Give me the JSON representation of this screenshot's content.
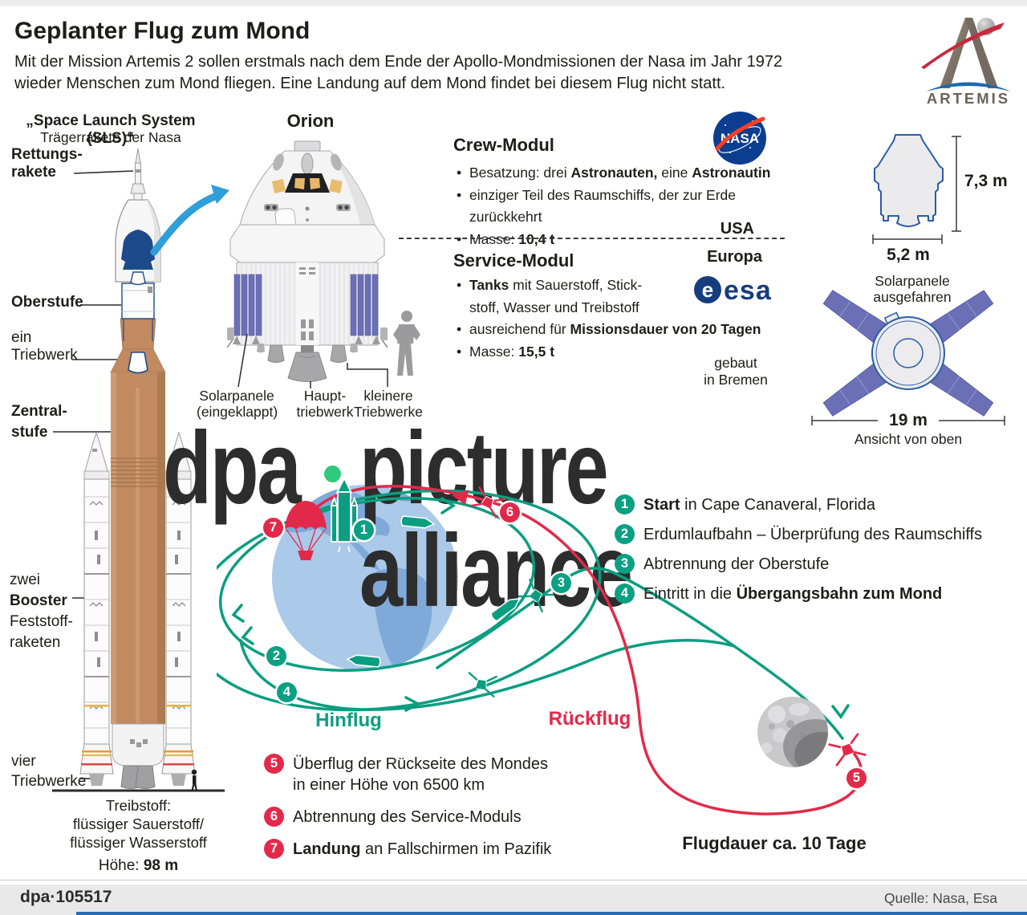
{
  "page": {
    "title": "Geplanter Flug zum Mond",
    "subtitle": "Mit der Mission Artemis 2 sollen erstmals nach dem Ende der Apollo-Mondmissionen der Nasa im Jahr 1972\nwieder Menschen zum Mond fliegen. Eine Landung auf dem Mond findet bei diesem Flug nicht statt."
  },
  "artemis": {
    "wordmark": "ARTEMIS"
  },
  "nasa": {
    "wordmark": "NASA"
  },
  "esa": {
    "disc_letter": "e",
    "wordmark": "esa"
  },
  "sls": {
    "title": "„Space Launch System (SLS)“",
    "subtitle": "Trägerrakete der Nasa",
    "labels": {
      "escape_rocket": "Rettungs-\nrakete",
      "upper_stage": "Oberstufe",
      "one_engine": "ein\nTriebwerk",
      "core_stage": "Zentral-\nstufe",
      "boosters": [
        {
          "t": "zwei\n"
        },
        {
          "t": "Booster",
          "b": true
        },
        {
          "t": "\nFeststoff-\nraketen"
        }
      ],
      "four_engines": "vier\nTriebwerke"
    },
    "fuel": "Treibstoff:\nflüssiger Sauerstoff/\nflüssiger Wasserstoff",
    "height": [
      {
        "t": "Höhe: "
      },
      {
        "t": "98 m",
        "b": true
      }
    ]
  },
  "orion": {
    "title": "Orion",
    "labels": {
      "solar_panels": "Solarpanele\n(eingeklappt)",
      "main_engine": "Haupt-\ntriebwerk",
      "small_engines": "kleinere\nTriebwerke"
    }
  },
  "crew_module": {
    "title": "Crew-Modul",
    "bullets": [
      [
        {
          "t": "Besatzung: drei "
        },
        {
          "t": "Astronauten,",
          "b": true
        },
        {
          "t": " eine "
        },
        {
          "t": "Astronautin",
          "b": true
        }
      ],
      [
        {
          "t": "einziger Teil des Raumschiffs, der zur Erde zurückkehrt"
        }
      ],
      [
        {
          "t": "Masse: "
        },
        {
          "t": "10,4 t",
          "b": true
        }
      ]
    ],
    "country": "USA"
  },
  "service_module": {
    "title": "Service-Modul",
    "country": "Europa",
    "built_note": "gebaut\nin Bremen",
    "bullets": [
      [
        {
          "t": "Tanks",
          "b": true
        },
        {
          "t": " mit Sauerstoff, Stick-\nstoff,  Wasser und Treibstoff"
        }
      ],
      [
        {
          "t": "ausreichend für "
        },
        {
          "t": "Missionsdauer von 20 Tagen",
          "b": true
        }
      ],
      [
        {
          "t": "Masse: "
        },
        {
          "t": "15,5 t",
          "b": true
        }
      ]
    ]
  },
  "dimensions": {
    "capsule_height": "7,3 m",
    "capsule_width": "5,2 m",
    "panels_note": "Solarpanele\nausgefahren",
    "wingspan": "19 m",
    "top_view_caption": "Ansicht von oben"
  },
  "watermark": {
    "brand_left": "dpa",
    "brand_right": "picture alliance"
  },
  "route": {
    "outbound_label": "Hinflug",
    "return_label": "Rückflug",
    "duration": "Flugdauer ca. 10 Tage",
    "steps_green": [
      {
        "num": "1",
        "text": [
          {
            "t": "Start",
            "b": true
          },
          {
            "t": " in Cape Canaveral, Florida"
          }
        ]
      },
      {
        "num": "2",
        "text": [
          {
            "t": "Erdumlaufbahn – Überprüfung des Raumschiffs"
          }
        ]
      },
      {
        "num": "3",
        "text": [
          {
            "t": "Abtrennung der Oberstufe"
          }
        ]
      },
      {
        "num": "4",
        "text": [
          {
            "t": "Eintritt in die "
          },
          {
            "t": "Übergangsbahn zum Mond",
            "b": true
          }
        ]
      }
    ],
    "steps_red": [
      {
        "num": "5",
        "text": [
          {
            "t": "Überflug der Rückseite des Mondes\nin einer Höhe von 6500 km"
          }
        ]
      },
      {
        "num": "6",
        "text": [
          {
            "t": "Abtrennung des Service-Moduls"
          }
        ]
      },
      {
        "num": "7",
        "text": [
          {
            "t": "Landung",
            "b": true
          },
          {
            "t": " an Fallschirmen im Pazifik"
          }
        ]
      }
    ]
  },
  "footer": {
    "id": "dpa·105517",
    "source": "Quelle: Nasa, Esa"
  },
  "colors": {
    "outbound_green": "#0b9e80",
    "return_red": "#e3294a",
    "earth_blue": "#abc9e9",
    "continent_blue": "#7fa9d9",
    "core_stage_tan": "#c18a60",
    "solar_panel_blue": "#6b70b6",
    "callout_arrow_blue": "#2f9ed9",
    "nasa_blue": "#0b3d91",
    "esa_blue": "#173d7e",
    "watermark_dot_green": "#2fca7c"
  }
}
